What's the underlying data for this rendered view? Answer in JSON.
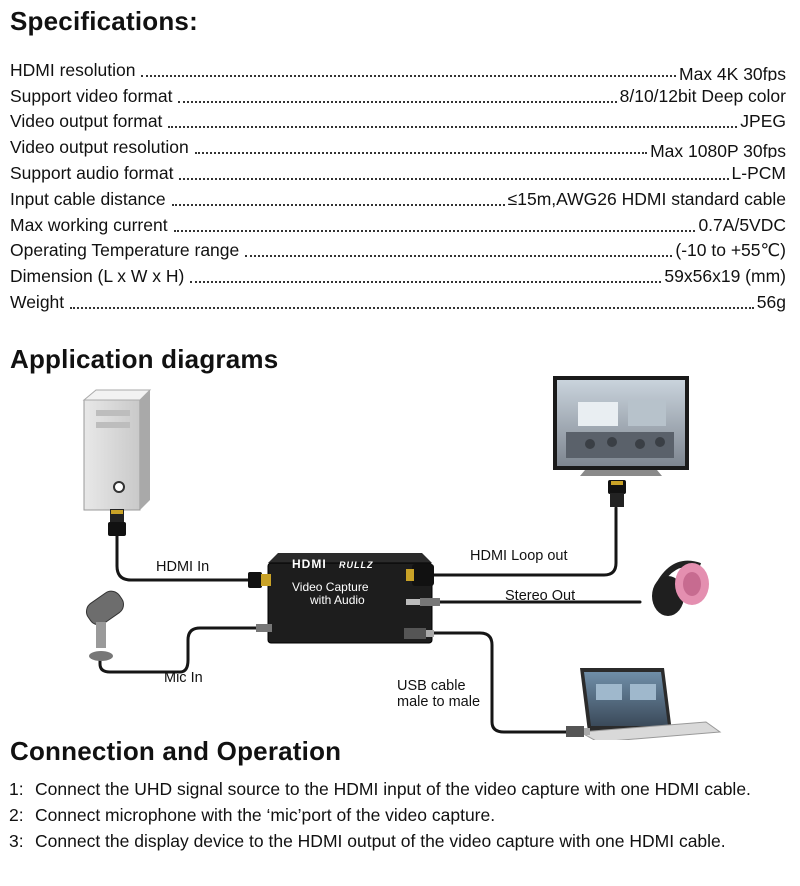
{
  "specifications": {
    "title": "Specifications:",
    "rows": [
      {
        "name": "HDMI resolution",
        "value": "Max 4K 30fps"
      },
      {
        "name": "Support video format",
        "value": "8/10/12bit Deep color"
      },
      {
        "name": "Video output format",
        "value": "JPEG"
      },
      {
        "name": "Video output resolution",
        "value": "Max 1080P 30fps"
      },
      {
        "name": "Support audio format",
        "value": "L-PCM"
      },
      {
        "name": "Input cable distance",
        "value": "≤15m,AWG26 HDMI standard cable"
      },
      {
        "name": "Max working current",
        "value": "0.7A/5VDC"
      },
      {
        "name": "Operating Temperature range",
        "value": "(-10 to +55℃)"
      },
      {
        "name": "Dimension (L x W x H)",
        "value": "59x56x19 (mm)"
      },
      {
        "name": "Weight",
        "value": "56g"
      }
    ]
  },
  "diagrams": {
    "title": "Application diagrams",
    "device": {
      "brand": "HDMI",
      "brand_suffix": "RULLZ",
      "line1": "Video   Capture",
      "line2": "with Audio"
    },
    "labels": {
      "hdmi_in": "HDMI In",
      "hdmi_loop_out": "HDMI Loop out",
      "stereo_out": "Stereo Out",
      "mic_in": "Mic In",
      "usb_cable_1": "USB cable",
      "usb_cable_2": "male to male"
    }
  },
  "connection": {
    "title": "Connection and Operation",
    "steps": [
      {
        "num": "1:",
        "text": "Connect the UHD signal source to the HDMI input of the video capture with one HDMI cable."
      },
      {
        "num": "2:",
        "text": "Connect microphone with the ‘mic’port of the video capture."
      },
      {
        "num": "3:",
        "text": "Connect the display device to the HDMI output of the video capture with one HDMI cable."
      }
    ]
  }
}
